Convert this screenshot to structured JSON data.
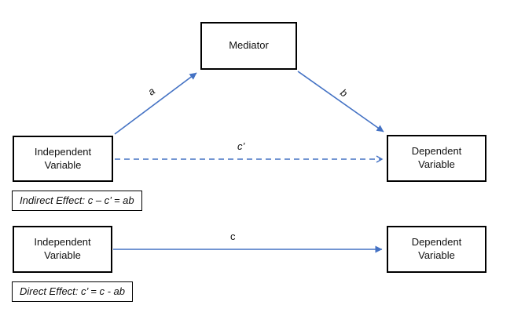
{
  "diagram": {
    "boxes": {
      "mediator": "Mediator",
      "iv_top": "Independent\nVariable",
      "dv_top": "Dependent\nVariable",
      "iv_bottom": "Independent\nVariable",
      "dv_bottom": "Dependent\nVariable"
    },
    "path_labels": {
      "a": "a",
      "b": "b",
      "c_prime": "c’",
      "c": "c"
    },
    "captions": {
      "indirect": "Indirect Effect: c – c’ = ab",
      "direct": "Direct Effect: c’ = c - ab"
    },
    "colors": {
      "arrow_blue": "#4472C4",
      "box_border": "#000000",
      "background": "#FFFFFF"
    }
  }
}
